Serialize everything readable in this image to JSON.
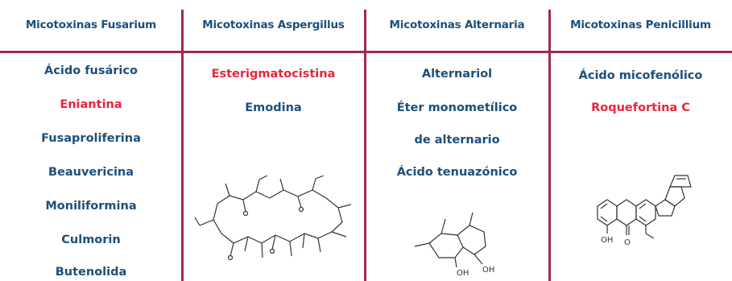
{
  "columns": [
    {
      "header": "Micotoxinas Fusarium",
      "items": [
        {
          "text": "Ácido fusárico",
          "highlight": false
        },
        {
          "text": "Eniantina",
          "highlight": true
        },
        {
          "text": "Fusaproliferina",
          "highlight": false
        },
        {
          "text": "Beauvericina",
          "highlight": false
        },
        {
          "text": "Moniliformina",
          "highlight": false
        },
        {
          "text": "Culmorin",
          "highlight": false
        },
        {
          "text": "Butenolida",
          "highlight": false
        }
      ]
    },
    {
      "header": "Micotoxinas Aspergillus",
      "items": [
        {
          "text": "Esterigmatocistina",
          "highlight": true
        },
        {
          "text": "Emodina",
          "highlight": false
        }
      ]
    },
    {
      "header": "Micotoxinas Alternaria",
      "items": [
        {
          "text": "Alternariol",
          "highlight": false
        },
        {
          "text": "Éter monometílico",
          "highlight": false
        },
        {
          "text": "de alternario",
          "highlight": false
        },
        {
          "text": "Ácido tenuazónico",
          "highlight": false
        }
      ]
    },
    {
      "header": "Micotoxinas Penicillium",
      "items": [
        {
          "text": "Ácido micofenólico",
          "highlight": false
        },
        {
          "text": "Roquefortina C",
          "highlight": true
        }
      ]
    }
  ],
  "structures": {
    "alternaria": {
      "labels": [
        "OH",
        "OH"
      ]
    },
    "penicillium": {
      "labels": [
        "OH",
        "O"
      ]
    }
  },
  "colors": {
    "header_text": "#1c4f7c",
    "item_text": "#1c4f7c",
    "highlight_text": "#e8243c",
    "divider": "#9c2a52"
  }
}
